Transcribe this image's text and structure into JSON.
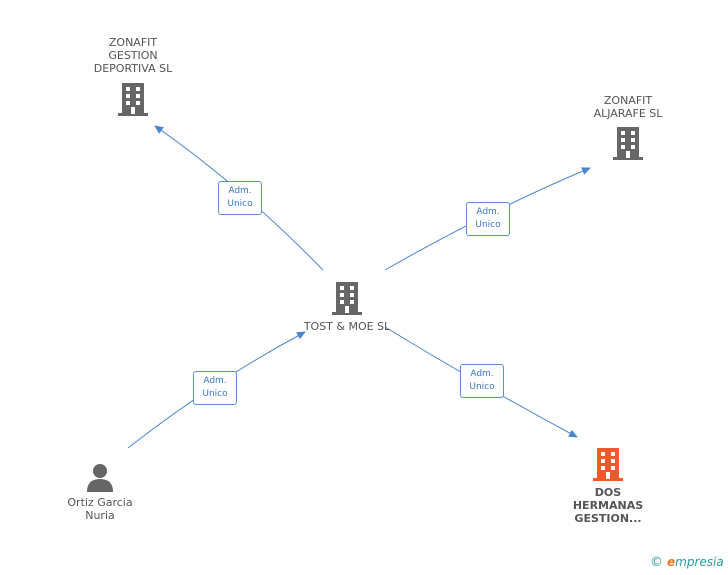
{
  "nodes": {
    "zonafit_gestion": {
      "label": "ZONAFIT\nGESTION\nDEPORTIVA SL",
      "icon": "building-icon",
      "color": "#666666"
    },
    "zonafit_aljarafe": {
      "label": "ZONAFIT\nALJARAFE SL",
      "icon": "building-icon",
      "color": "#666666"
    },
    "tost_moe": {
      "label": "TOST & MOE SL",
      "icon": "building-icon",
      "color": "#666666"
    },
    "person": {
      "label": "Ortiz Garcia\nNuria",
      "icon": "person-icon",
      "color": "#666666"
    },
    "dos_hermanas": {
      "label": "DOS\nHERMANAS\nGESTION...",
      "icon": "building-icon",
      "color": "#f05a2a"
    }
  },
  "edges": [
    {
      "id": "e1",
      "label": "Adm.\nUnico"
    },
    {
      "id": "e2",
      "label": "Adm.\nUnico"
    },
    {
      "id": "e3",
      "label": "Adm.\nUnico"
    },
    {
      "id": "e4",
      "label": "Adm.\nUnico"
    }
  ],
  "brand": {
    "copyright": "©",
    "e": "e",
    "rest": "mpresia"
  },
  "colors": {
    "edge": "#4a86d0",
    "badge_border": "#5b8fd1",
    "badge_text": "#3b76c4"
  }
}
